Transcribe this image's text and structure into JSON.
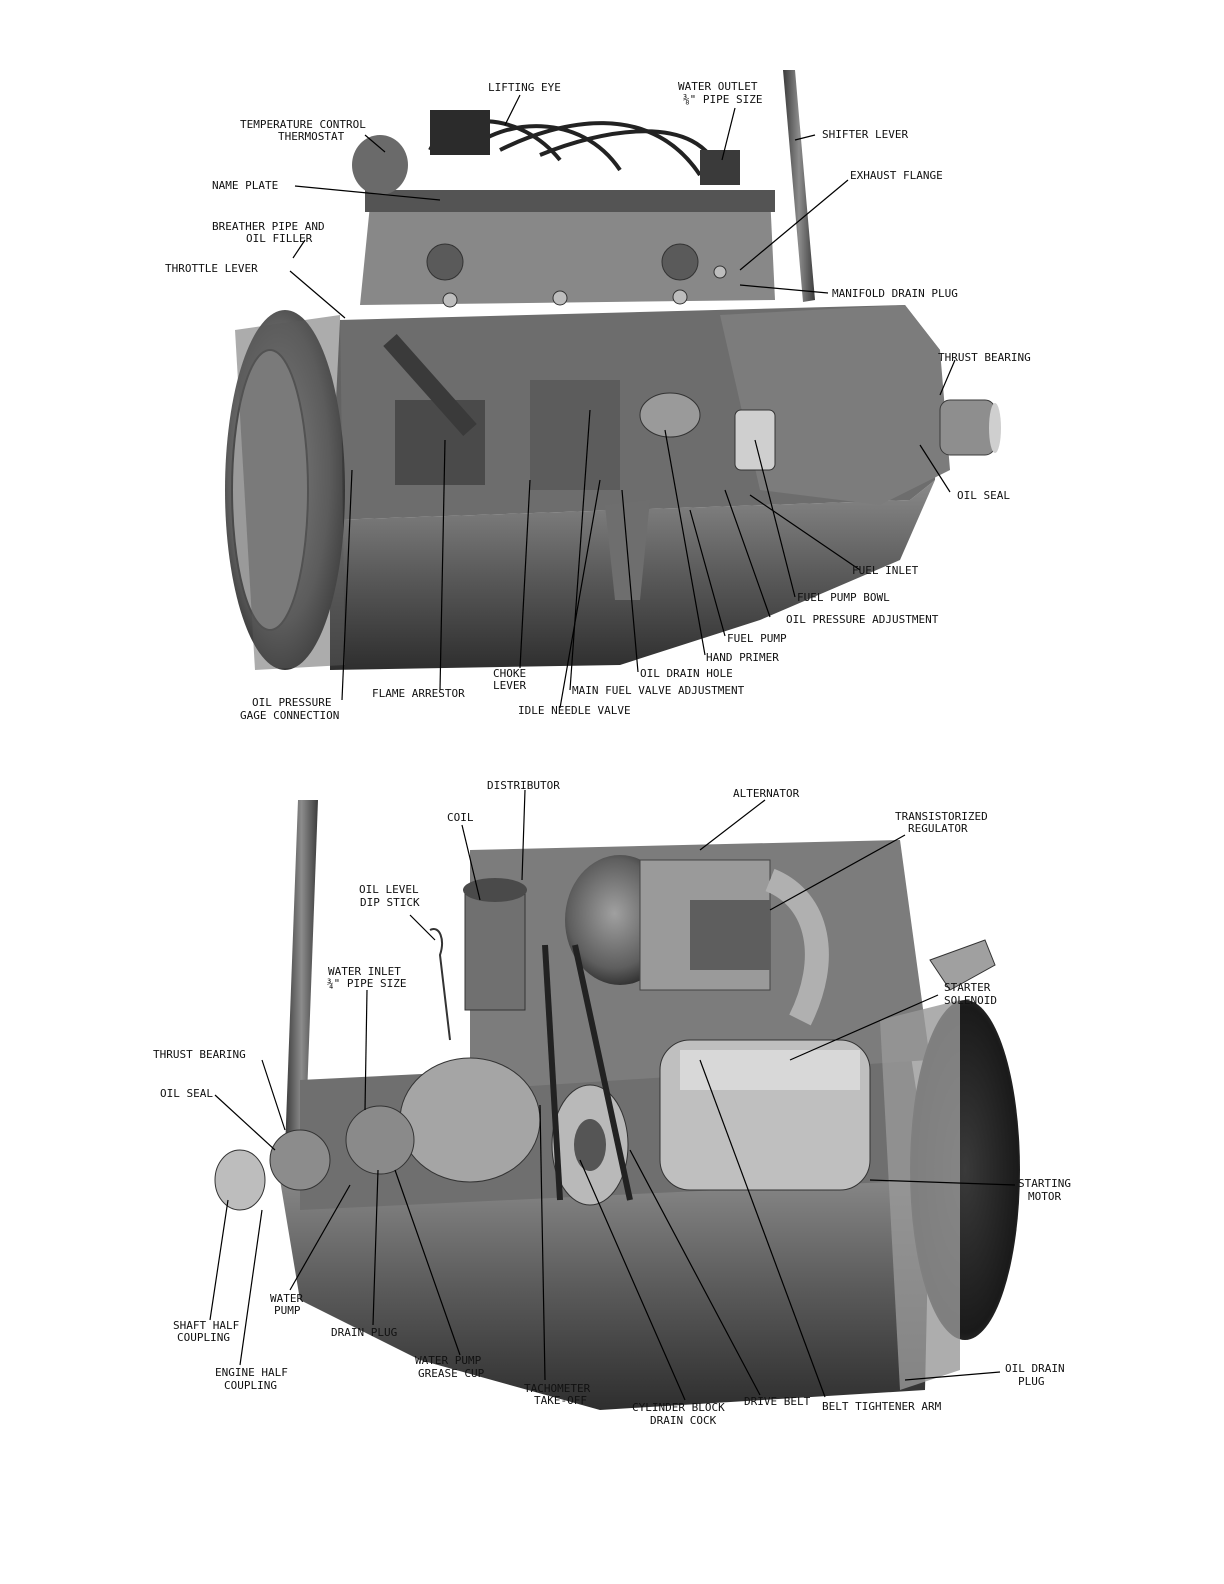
{
  "figure_top": {
    "labels": {
      "lifting_eye": "LIFTING EYE",
      "water_outlet_1": "WATER OUTLET",
      "water_outlet_2": "⅜\" PIPE SIZE",
      "temp_control_1": "TEMPERATURE CONTROL",
      "temp_control_2": "THERMOSTAT",
      "shifter_lever": "SHIFTER LEVER",
      "exhaust_flange": "EXHAUST FLANGE",
      "name_plate": "NAME PLATE",
      "breather_1": "BREATHER PIPE AND",
      "breather_2": "OIL FILLER",
      "throttle_lever": "THROTTLE LEVER",
      "manifold_drain_plug": "MANIFOLD DRAIN PLUG",
      "thrust_bearing": "THRUST BEARING",
      "oil_seal": "OIL SEAL",
      "fuel_inlet": "FUEL INLET",
      "fuel_pump_bowl": "FUEL PUMP BOWL",
      "oil_pressure_adjustment": "OIL PRESSURE ADJUSTMENT",
      "fuel_pump": "FUEL PUMP",
      "hand_primer": "HAND PRIMER",
      "oil_drain_hole": "OIL DRAIN HOLE",
      "main_fuel_valve_adjustment": "MAIN FUEL VALVE ADJUSTMENT",
      "idle_needle_valve": "IDLE NEEDLE VALVE",
      "choke_lever_1": "CHOKE",
      "choke_lever_2": "LEVER",
      "flame_arrestor": "FLAME ARRESTOR",
      "oil_pressure_gage_1": "OIL PRESSURE",
      "oil_pressure_gage_2": "GAGE CONNECTION"
    }
  },
  "figure_bottom": {
    "labels": {
      "distributor": "DISTRIBUTOR",
      "alternator": "ALTERNATOR",
      "transistorized_1": "TRANSISTORIZED",
      "transistorized_2": "REGULATOR",
      "coil": "COIL",
      "oil_level_1": "OIL LEVEL",
      "oil_level_2": "DIP STICK",
      "water_inlet_1": "WATER INLET",
      "water_inlet_2": "¾\" PIPE SIZE",
      "starter_solenoid_1": "STARTER",
      "starter_solenoid_2": "SOLENOID",
      "thrust_bearing": "THRUST BEARING",
      "oil_seal": "OIL SEAL",
      "starting_motor_1": "STARTING",
      "starting_motor_2": "MOTOR",
      "water_pump_1": "WATER",
      "water_pump_2": "PUMP",
      "shaft_half_1": "SHAFT HALF",
      "shaft_half_2": "COUPLING",
      "drain_plug": "DRAIN PLUG",
      "engine_half_1": "ENGINE HALF",
      "engine_half_2": "COUPLING",
      "water_pump_grease_1": "WATER PUMP",
      "water_pump_grease_2": "GREASE CUP",
      "tachometer_1": "TACHOMETER",
      "tachometer_2": "TAKE-OFF",
      "cylinder_block_1": "CYLINDER BLOCK",
      "cylinder_block_2": "DRAIN COCK",
      "drive_belt": "DRIVE BELT",
      "belt_tightener_arm": "BELT TIGHTENER ARM",
      "oil_drain_plug_1": "OIL DRAIN",
      "oil_drain_plug_2": "PLUG"
    }
  }
}
